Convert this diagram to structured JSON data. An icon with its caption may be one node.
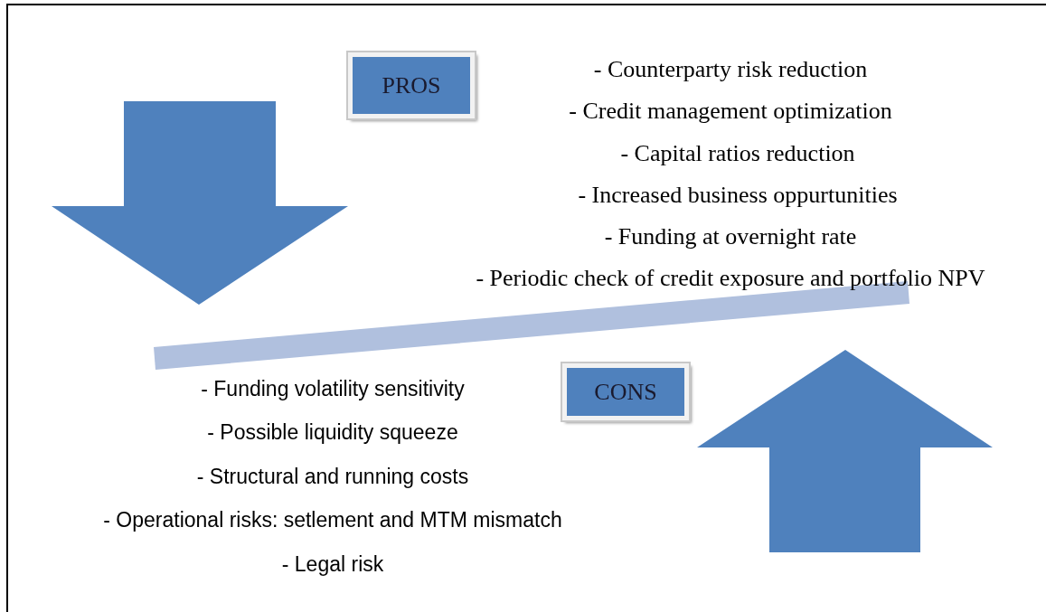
{
  "diagram": {
    "nodes": [
      {
        "text": [
          "PROS"
        ]
      },
      {
        "text": [
          "CONS"
        ]
      },
      {
        "text": [],
        "shape": "bar"
      }
    ],
    "labels": [
      "- Counterparty risk reduction",
      "- Credit management optimization",
      "- Capital ratios reduction",
      "- Increased business oppurtunities",
      "- Funding at overnight rate",
      "- Periodic check of credit exposure and portfolio NPV",
      "- Funding volatility sensitivity",
      "- Possible liquidity squeeze",
      "- Structural and running costs",
      "- Operational risks: setlement and MTM mismatch",
      "- Legal risk"
    ]
  }
}
